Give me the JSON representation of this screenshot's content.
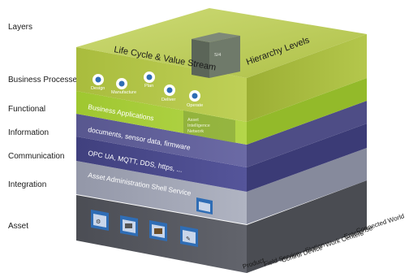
{
  "layer_labels": [
    "Layers",
    "Business Processes",
    "Functional",
    "Information",
    "Communication",
    "Integration",
    "Asset"
  ],
  "top_texts": {
    "life_cycle": "Life Cycle & Value Stream",
    "hierarchy": "Hierarchy Levels",
    "cube_label": "S/4"
  },
  "process_steps": [
    "Design",
    "Manufacture",
    "Plan",
    "Deliver",
    "Operate"
  ],
  "band_texts": {
    "functional": "Business Applications",
    "information": "documents, sensor data, firmware",
    "communication": "OPC UA, MQTT, DDS, https, ...",
    "integration": "Asset Administration Shell Service"
  },
  "side_note_lines": [
    "Asset",
    "Intelligence",
    "Network"
  ],
  "hierarchy_axis": [
    "Product",
    "Field Service",
    "Control Device",
    "Station",
    "Work Centers",
    "Enterprise",
    "Connected World"
  ],
  "colors": {
    "business": "#b6c949",
    "functional": "#a7cf3a",
    "information": "#5e5d98",
    "communication": "#4a4a8c",
    "integration": "#9ea3b2",
    "asset": "#565860",
    "cube": "#6a7466",
    "icon_blue": "#2f6db5"
  }
}
